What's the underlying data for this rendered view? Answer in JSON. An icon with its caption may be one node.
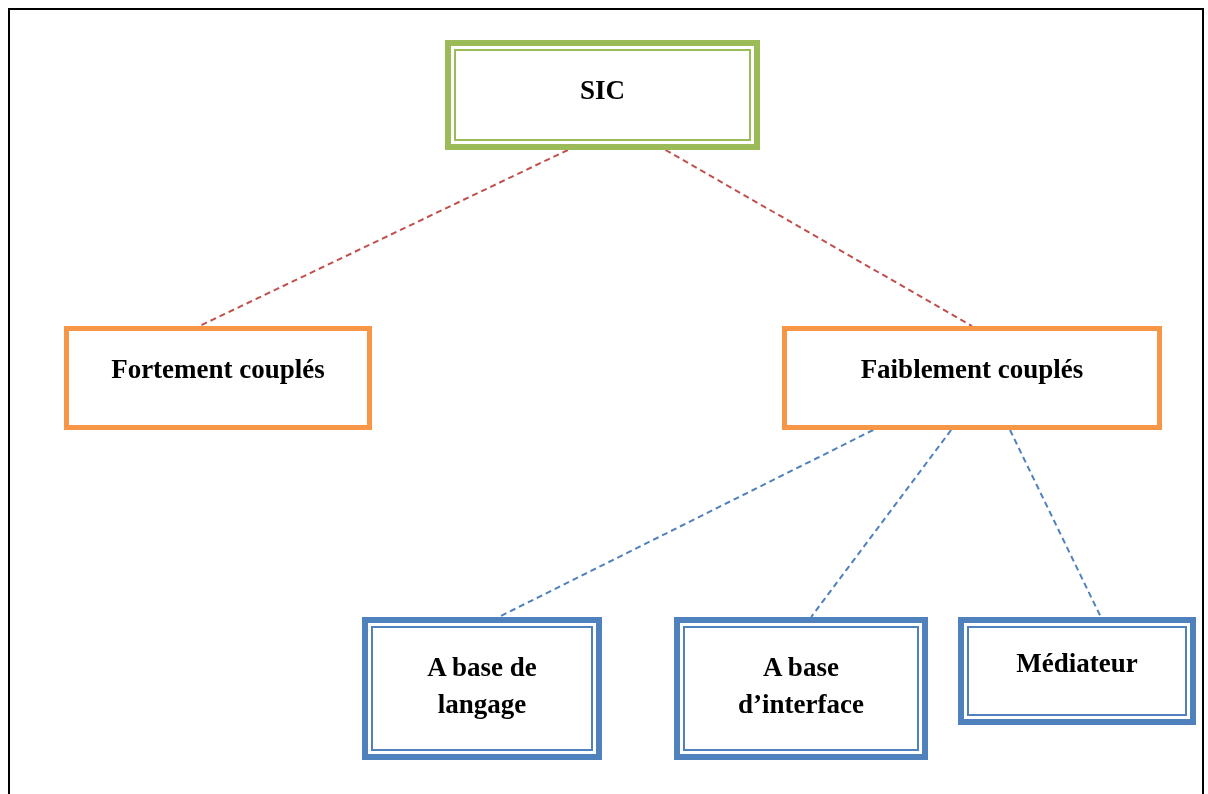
{
  "diagram": {
    "nodes": [
      {
        "text": [
          "SIC"
        ]
      },
      {
        "text": [
          "Fortement couplés"
        ]
      },
      {
        "text": [
          "Faiblement couplés"
        ]
      },
      {
        "text": [
          "A base de langage"
        ]
      },
      {
        "text": [
          "A base d’interface"
        ]
      },
      {
        "text": [
          "Médiateur"
        ]
      }
    ],
    "edges": [
      {
        "from": 0,
        "to": 1,
        "arrow": "none",
        "style": "dashed",
        "color": "#c0504d"
      },
      {
        "from": 0,
        "to": 2,
        "arrow": "none",
        "style": "dashed",
        "color": "#c0504d"
      },
      {
        "from": 2,
        "to": 3,
        "arrow": "none",
        "style": "dashed",
        "color": "#4f81bd"
      },
      {
        "from": 2,
        "to": 4,
        "arrow": "none",
        "style": "dashed",
        "color": "#4f81bd"
      },
      {
        "from": 2,
        "to": 5,
        "arrow": "none",
        "style": "dashed",
        "color": "#4f81bd"
      }
    ]
  }
}
